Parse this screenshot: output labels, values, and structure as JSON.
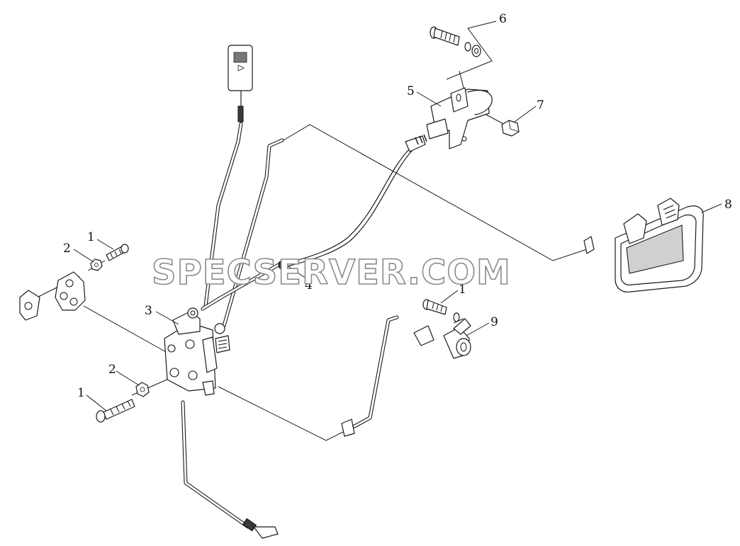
{
  "watermark": "SPECSERVER.COM",
  "callouts": [
    {
      "id": "screw-upper-left",
      "label": "1"
    },
    {
      "id": "washer-upper-left",
      "label": "2"
    },
    {
      "id": "lock-body",
      "label": "3"
    },
    {
      "id": "cable-inner",
      "label": "4"
    },
    {
      "id": "inner-handle-bracket",
      "label": "5"
    },
    {
      "id": "bolt-top",
      "label": "6"
    },
    {
      "id": "nut",
      "label": "7"
    },
    {
      "id": "outer-handle",
      "label": "8"
    },
    {
      "id": "screw-right",
      "label": "1"
    },
    {
      "id": "key-cylinder",
      "label": "9"
    },
    {
      "id": "washer-lower",
      "label": "2"
    },
    {
      "id": "screw-lower-left",
      "label": "1"
    }
  ],
  "colors": {
    "line": "#1a1a1a",
    "watermark_stroke": "#8a8a8a",
    "background": "#ffffff"
  }
}
